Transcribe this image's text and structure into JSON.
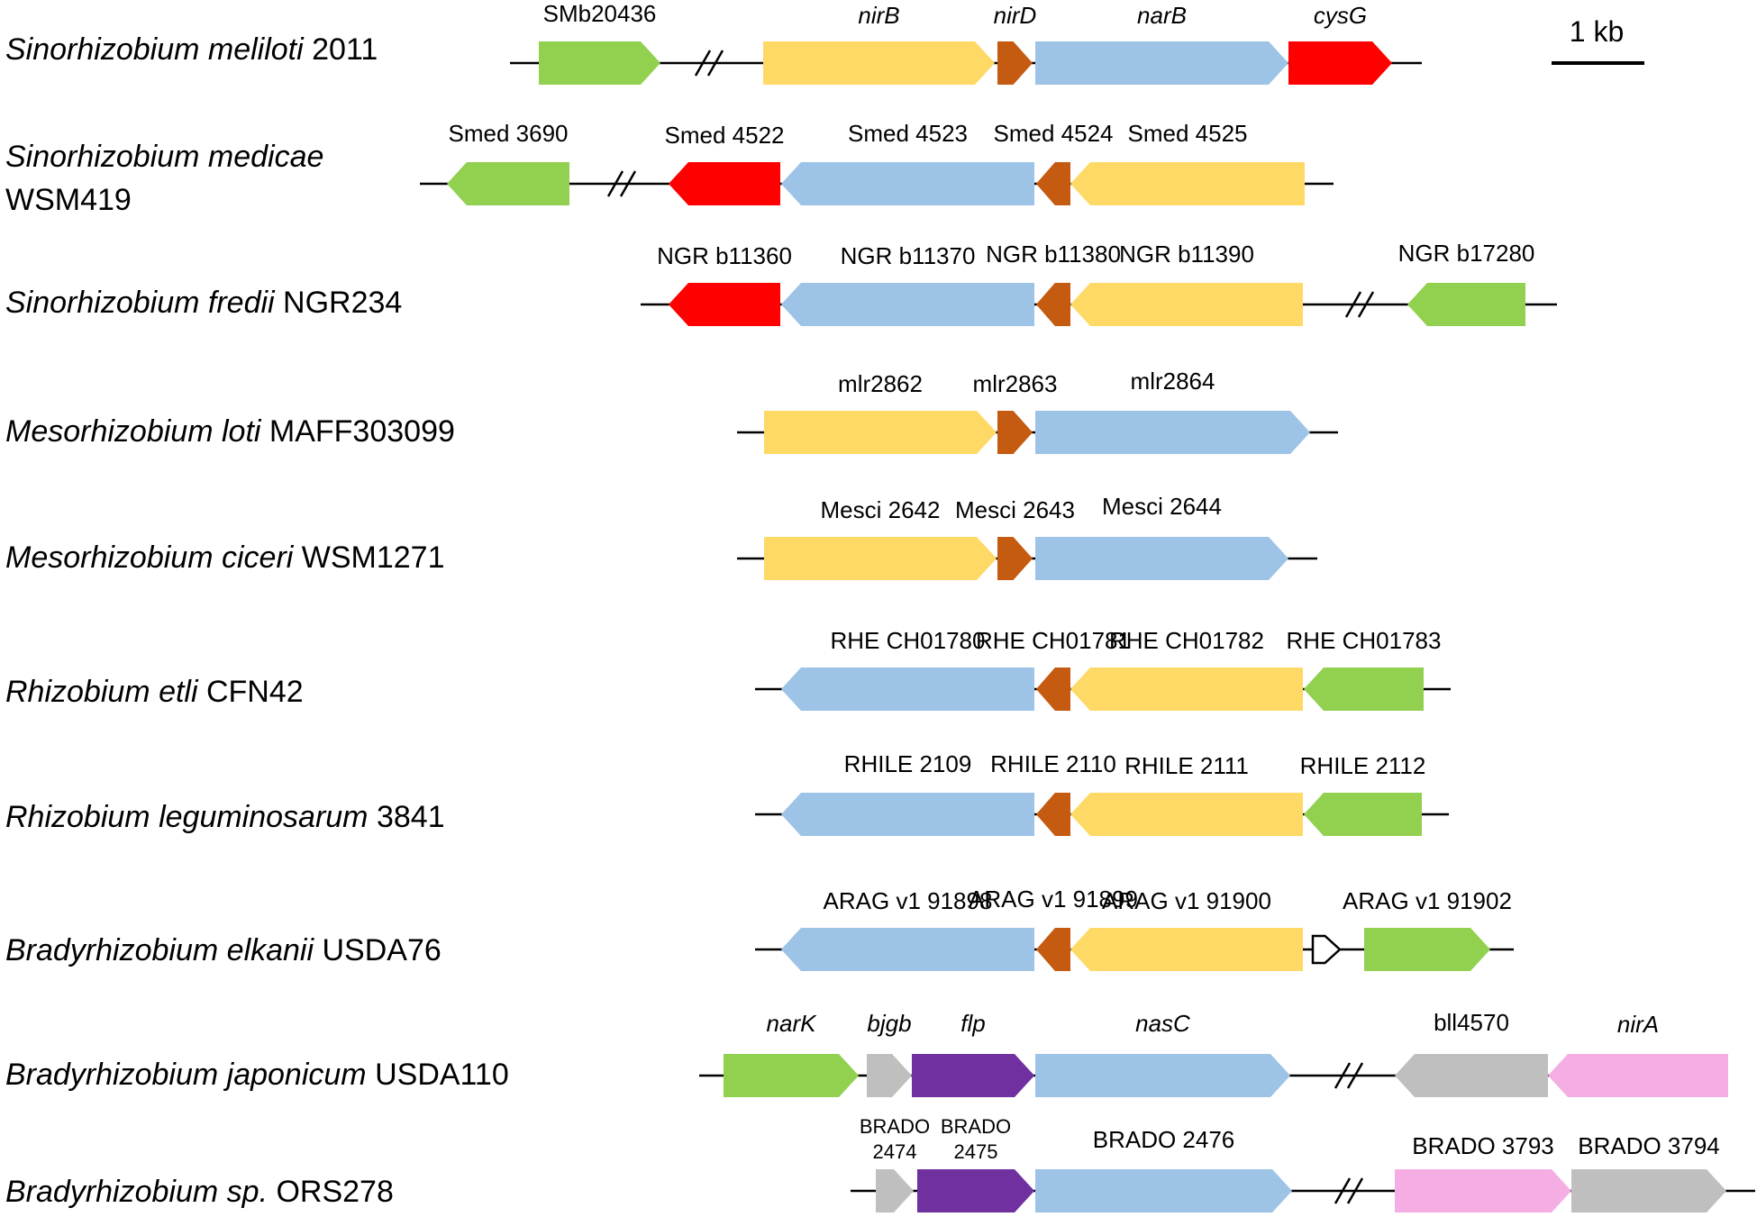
{
  "scale_bar": {
    "label": "1 kb"
  },
  "colors": {
    "green": "#92d050",
    "yellow": "#ffd966",
    "orange": "#c55a11",
    "blue": "#9dc3e6",
    "red": "#ff0000",
    "gray": "#bfbfbf",
    "purple": "#7030a0",
    "pink": "#f4aee3",
    "white": "#ffffff"
  },
  "organisms": [
    {
      "name_italic": "Sinorhizobium meliloti",
      "name_rest": "2011",
      "genes": [
        {
          "label": "SMb20436",
          "italic": false,
          "color": "green",
          "dir": "right"
        },
        {
          "label": "nirB",
          "italic": true,
          "color": "yellow",
          "dir": "right"
        },
        {
          "label": "nirD",
          "italic": true,
          "color": "orange",
          "dir": "right"
        },
        {
          "label": "narB",
          "italic": true,
          "color": "blue",
          "dir": "right"
        },
        {
          "label": "cysG",
          "italic": true,
          "color": "red",
          "dir": "right"
        }
      ]
    },
    {
      "name_italic": "Sinorhizobium medicae",
      "name_rest": "WSM419",
      "genes": [
        {
          "label": "Smed 3690",
          "italic": false,
          "color": "green",
          "dir": "left"
        },
        {
          "label": "Smed 4522",
          "italic": false,
          "color": "red",
          "dir": "left"
        },
        {
          "label": "Smed 4523",
          "italic": false,
          "color": "blue",
          "dir": "left"
        },
        {
          "label": "Smed 4524",
          "italic": false,
          "color": "orange",
          "dir": "left"
        },
        {
          "label": "Smed 4525",
          "italic": false,
          "color": "yellow",
          "dir": "left"
        }
      ]
    },
    {
      "name_italic": "Sinorhizobium fredii",
      "name_rest": "NGR234",
      "genes": [
        {
          "label": "NGR b11360",
          "italic": false,
          "color": "red",
          "dir": "left"
        },
        {
          "label": "NGR b11370",
          "italic": false,
          "color": "blue",
          "dir": "left"
        },
        {
          "label": "NGR b11380",
          "italic": false,
          "color": "orange",
          "dir": "left"
        },
        {
          "label": "NGR b11390",
          "italic": false,
          "color": "yellow",
          "dir": "left"
        },
        {
          "label": "NGR b17280",
          "italic": false,
          "color": "green",
          "dir": "left"
        }
      ]
    },
    {
      "name_italic": "Mesorhizobium loti",
      "name_rest": "MAFF303099",
      "genes": [
        {
          "label": "mlr2862",
          "italic": false,
          "color": "yellow",
          "dir": "right"
        },
        {
          "label": "mlr2863",
          "italic": false,
          "color": "orange",
          "dir": "right"
        },
        {
          "label": "mlr2864",
          "italic": false,
          "color": "blue",
          "dir": "right"
        }
      ]
    },
    {
      "name_italic": "Mesorhizobium ciceri",
      "name_rest": "WSM1271",
      "genes": [
        {
          "label": "Mesci 2642",
          "italic": false,
          "color": "yellow",
          "dir": "right"
        },
        {
          "label": "Mesci 2643",
          "italic": false,
          "color": "orange",
          "dir": "right"
        },
        {
          "label": "Mesci 2644",
          "italic": false,
          "color": "blue",
          "dir": "right"
        }
      ]
    },
    {
      "name_italic": "Rhizobium etli",
      "name_rest": "CFN42",
      "genes": [
        {
          "label": "RHE CH01780",
          "italic": false,
          "color": "blue",
          "dir": "left"
        },
        {
          "label": "RHE CH01781",
          "italic": false,
          "color": "orange",
          "dir": "left"
        },
        {
          "label": "RHE CH01782",
          "italic": false,
          "color": "yellow",
          "dir": "left"
        },
        {
          "label": "RHE CH01783",
          "italic": false,
          "color": "green",
          "dir": "left"
        }
      ]
    },
    {
      "name_italic": "Rhizobium leguminosarum",
      "name_rest": "3841",
      "genes": [
        {
          "label": "RHILE 2109",
          "italic": false,
          "color": "blue",
          "dir": "left"
        },
        {
          "label": "RHILE 2110",
          "italic": false,
          "color": "orange",
          "dir": "left"
        },
        {
          "label": "RHILE 2111",
          "italic": false,
          "color": "yellow",
          "dir": "left"
        },
        {
          "label": "RHILE 2112",
          "italic": false,
          "color": "green",
          "dir": "left"
        }
      ]
    },
    {
      "name_italic": "Bradyrhizobium elkanii",
      "name_rest": "USDA76",
      "genes": [
        {
          "label": "ARAG v1 91898",
          "italic": false,
          "color": "blue",
          "dir": "left"
        },
        {
          "label": "ARAG v1 91899",
          "italic": false,
          "color": "orange",
          "dir": "left"
        },
        {
          "label": "ARAG v1 91900",
          "italic": false,
          "color": "yellow",
          "dir": "left"
        },
        {
          "label": "",
          "italic": false,
          "color": "white",
          "dir": "right"
        },
        {
          "label": "ARAG v1 91902",
          "italic": false,
          "color": "green",
          "dir": "right"
        }
      ]
    },
    {
      "name_italic": "Bradyrhizobium japonicum",
      "name_rest": "USDA110",
      "genes": [
        {
          "label": "narK",
          "italic": true,
          "color": "green",
          "dir": "right"
        },
        {
          "label": "bjgb",
          "italic": true,
          "color": "gray",
          "dir": "right"
        },
        {
          "label": "flp",
          "italic": true,
          "color": "purple",
          "dir": "right"
        },
        {
          "label": "nasC",
          "italic": true,
          "color": "blue",
          "dir": "right"
        },
        {
          "label": "bll4570",
          "italic": false,
          "color": "gray",
          "dir": "left"
        },
        {
          "label": "nirA",
          "italic": true,
          "color": "pink",
          "dir": "left"
        }
      ]
    },
    {
      "name_italic": "Bradyrhizobium sp.",
      "name_rest": "ORS278",
      "genes": [
        {
          "label": "BRADO 2474",
          "label_lines": [
            "BRADO",
            "2474"
          ],
          "italic": false,
          "color": "gray",
          "dir": "right"
        },
        {
          "label": "BRADO 2475",
          "label_lines": [
            "BRADO",
            "2475"
          ],
          "italic": false,
          "color": "purple",
          "dir": "right"
        },
        {
          "label": "BRADO 2476",
          "italic": false,
          "color": "blue",
          "dir": "right"
        },
        {
          "label": "BRADO 3793",
          "italic": false,
          "color": "pink",
          "dir": "right"
        },
        {
          "label": "BRADO 3794",
          "italic": false,
          "color": "gray",
          "dir": "right"
        }
      ]
    }
  ]
}
